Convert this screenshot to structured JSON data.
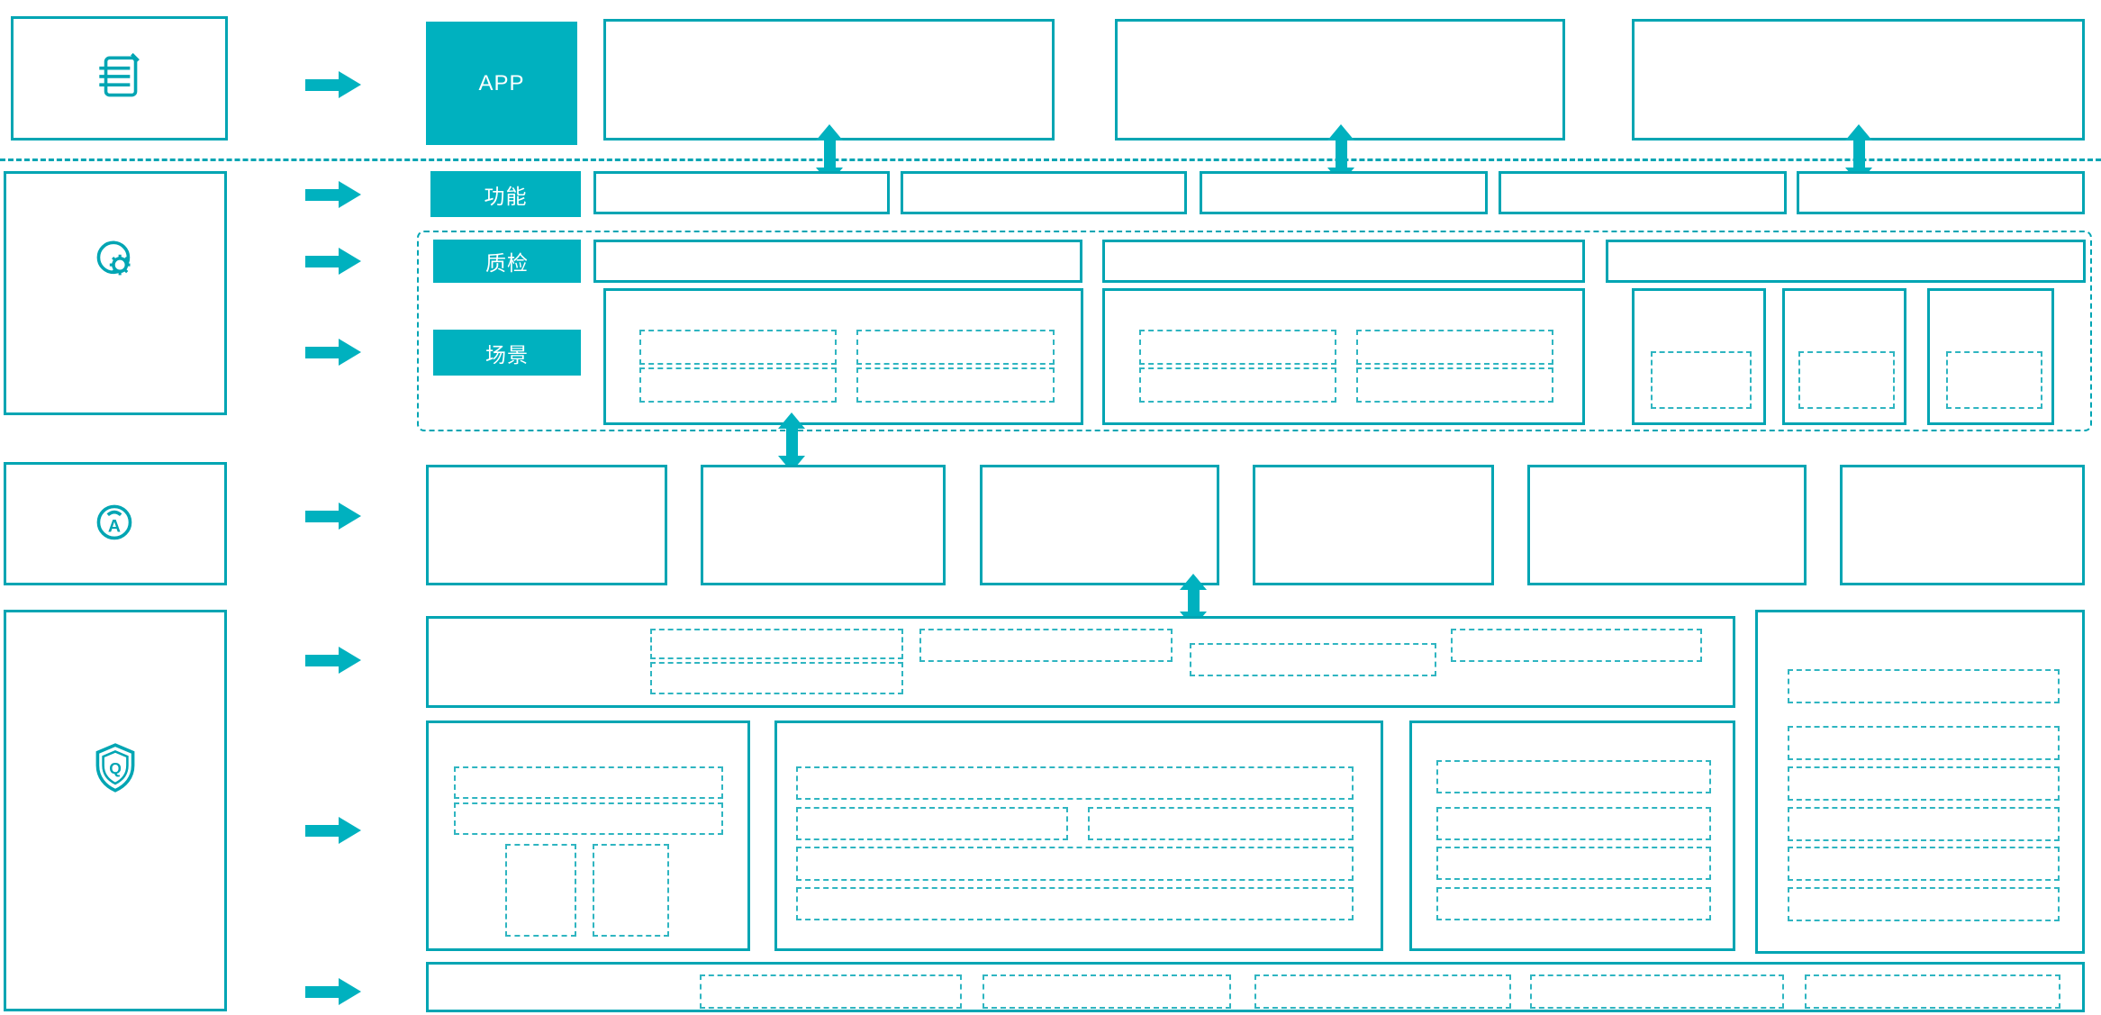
{
  "diagram": {
    "layer_labels": {
      "app": "APP",
      "function": "功能",
      "quality": "质检",
      "scene": "场景"
    }
  },
  "palette": {
    "teal_border": "#00a5b3",
    "teal_fill": "#00b1bf",
    "teal_dashed": "#2fb5c1",
    "label_text": "#ffffff",
    "background": "#ffffff"
  },
  "left_panel": {
    "boxes": [
      {
        "icon": "document-list-icon",
        "glyph": ""
      },
      {
        "icon": "user-gear-icon",
        "glyph": ""
      },
      {
        "icon": "ai-user-icon",
        "glyph": "A"
      },
      {
        "icon": "quality-shield-icon",
        "glyph": "Q"
      }
    ]
  }
}
